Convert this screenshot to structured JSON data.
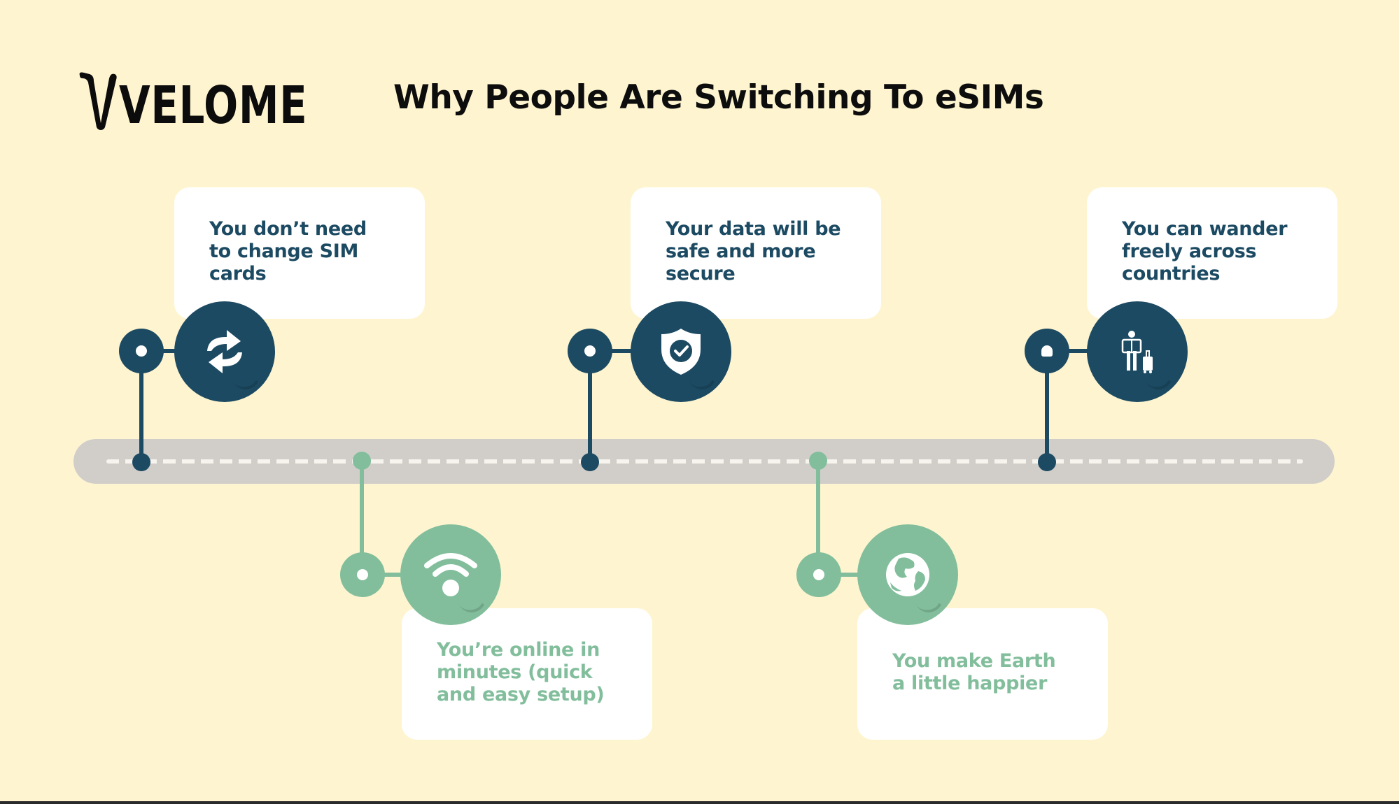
{
  "brand": {
    "logo_text": "VELOME"
  },
  "header": {
    "title": "Why People Are Switching To eSIMs"
  },
  "colors": {
    "background": "#fef5d0",
    "navy": "#1c4a62",
    "green": "#82be9c",
    "timeline_bar": "#d1ceca",
    "card": "#ffffff"
  },
  "timeline": {
    "items": [
      {
        "position": "top",
        "color": "navy",
        "icon": "refresh-icon",
        "text": "You don’t need\nto change SIM\ncards"
      },
      {
        "position": "bottom",
        "color": "green",
        "icon": "wifi-icon",
        "text": "You’re online in\nminutes (quick\nand easy setup)"
      },
      {
        "position": "top",
        "color": "navy",
        "icon": "shield-check-icon",
        "text": "Your data will be\nsafe and more\nsecure"
      },
      {
        "position": "bottom",
        "color": "green",
        "icon": "globe-icon",
        "text": "You make Earth\na little happier"
      },
      {
        "position": "top",
        "color": "navy",
        "icon": "traveler-luggage-icon",
        "text": "You can wander\nfreely across\ncountries"
      }
    ]
  }
}
